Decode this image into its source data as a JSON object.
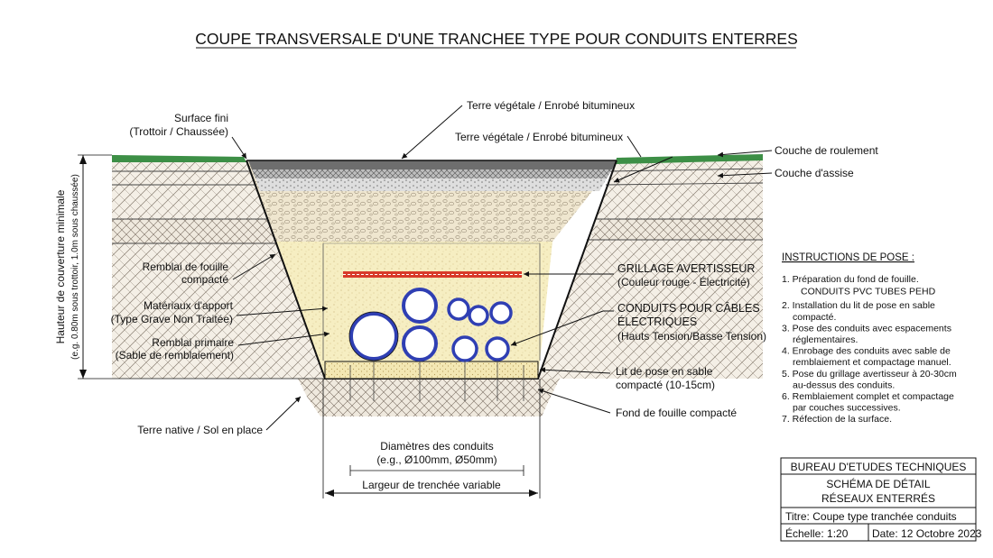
{
  "title": "COUPE TRANSVERSALE D'UNE TRANCHEE TYPE POUR CONDUITS ENTERRES",
  "labels": {
    "surface_fini_1": "Surface fini",
    "surface_fini_2": "(Trottoir / Chaussée)",
    "terre_vegetale_top": "Terre végétale / Enrobé bitumineux",
    "terre_vegetale_right": "Terre végétale / Enrobé bitumineux",
    "couche_roulement": "Couche de roulement",
    "couche_assise": "Couche d'assise",
    "remblai_fouille_1": "Remblai de fouille",
    "remblai_fouille_2": "compacté",
    "materiaux_1": "Matériaux d'apport",
    "materiaux_2": "(Type Grave Non Traitée)",
    "remblai_primaire_1": "Remblai primaire",
    "remblai_primaire_2": "(Sable de remblaiement)",
    "terre_native": "Terre native / Sol en place",
    "grillage_1": "GRILLAGE AVERTISSEUR",
    "grillage_2": "(Couleur rouge - Électricité)",
    "conduits_1": "CONDUITS POUR CÂBLES",
    "conduits_2": "ÉLECTRIQUES",
    "conduits_3": "(Hauts Tension/Basse Tension)",
    "lit_pose_1": "Lit de pose en sable",
    "lit_pose_2": "compacté (10-15cm)",
    "fond_fouille": "Fond de fouille compacté",
    "diametres_1": "Diamètres des conduits",
    "diametres_2": "(e.g., Ø100mm, Ø50mm)",
    "largeur": "Largeur de trenchée variable",
    "hauteur_1": "Hauteur de couverture minimale",
    "hauteur_2": "(e.g. 0.80m sous trottoir, 1.0m sous chaussée)"
  },
  "instructions": {
    "title": "INSTRUCTIONS DE POSE :",
    "items": [
      [
        "1. Préparation du fond de fouille."
      ],
      [
        "CONDUITS PVC   TUBES PEHD"
      ],
      [
        "2. Installation du lit de pose en sable",
        "compacté."
      ],
      [
        "3. Pose des conduits avec espacements",
        "réglementaires."
      ],
      [
        "4. Enrobage des conduits avec sable de",
        "remblaiement et compactage manuel."
      ],
      [
        "5. Pose du grillage avertisseur à 20-30cm",
        "au-dessus des conduits."
      ],
      [
        "6. Remblaiement complet et compactage",
        "par couches successives."
      ],
      [
        "7. Réfection de la surface."
      ]
    ]
  },
  "title_block": {
    "office": "BUREAU D'ETUDES TECHNIQUES",
    "schema_1": "SCHÉMA DE DÉTAIL",
    "schema_2": "RÉSEAUX ENTERRÉS",
    "titre": "Titre: Coupe type tranchée conduits",
    "echelle": "Échelle: 1:20",
    "date": "Date: 12 Octobre 2023"
  },
  "colors": {
    "warning_mesh": "#d83a2a",
    "conduit_blue": "#2f3fb3",
    "sand": "#f6eec2",
    "gravel": "#efe6cf",
    "grass": "#3d8f46",
    "asphalt": "#7b7b7b"
  }
}
